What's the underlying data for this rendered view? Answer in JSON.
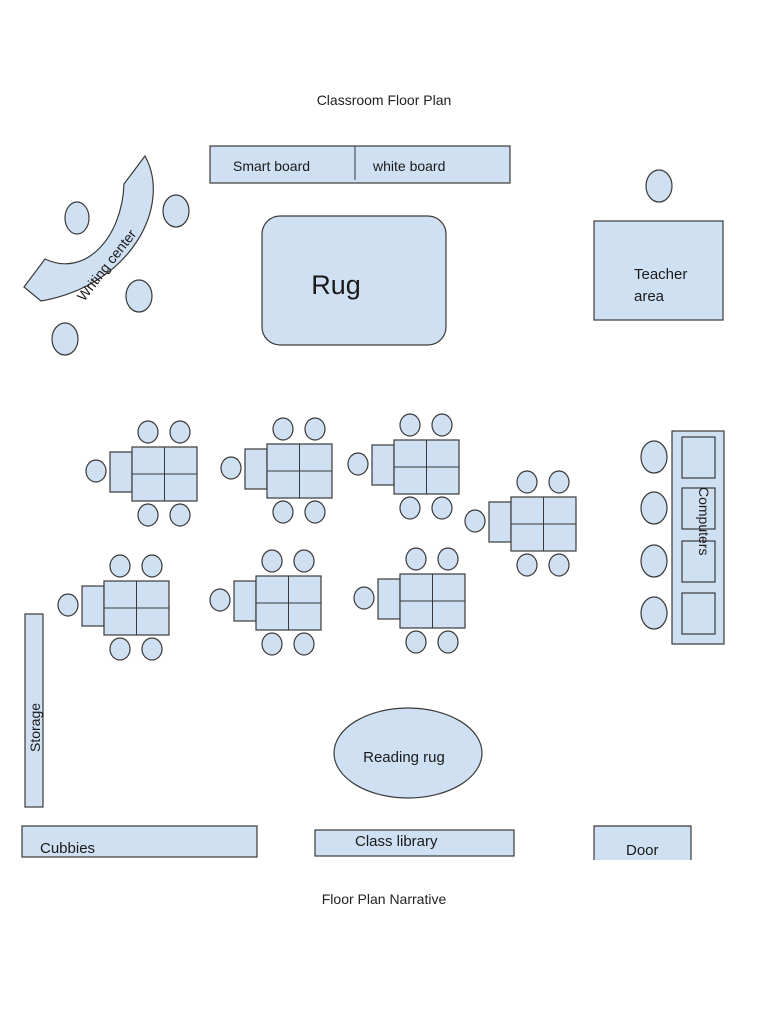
{
  "title": "Classroom Floor Plan",
  "footer": "Floor Plan Narrative",
  "colors": {
    "furniture_fill": "#cfe0f3",
    "outline": "#3a3a3a",
    "text": "#1a1a1a"
  },
  "areas": {
    "smart_board": "Smart board",
    "white_board": "white board",
    "rug": "Rug",
    "teacher_area_line1": "Teacher",
    "teacher_area_line2": "area",
    "writing_center": "Writing center",
    "computers": "Computers",
    "storage": "Storage",
    "reading_rug": "Reading rug",
    "cubbies": "Cubbies",
    "class_library": "Class library",
    "door": "Door"
  },
  "desk_groups": [
    {
      "id": "group-1",
      "seats": 5
    },
    {
      "id": "group-2",
      "seats": 5
    },
    {
      "id": "group-3",
      "seats": 5
    },
    {
      "id": "group-4",
      "seats": 5
    },
    {
      "id": "group-5",
      "seats": 5
    },
    {
      "id": "group-6",
      "seats": 5
    },
    {
      "id": "group-7",
      "seats": 5
    }
  ],
  "computer_stations": 4,
  "writing_center_seats": 4,
  "teacher_seats": 1
}
